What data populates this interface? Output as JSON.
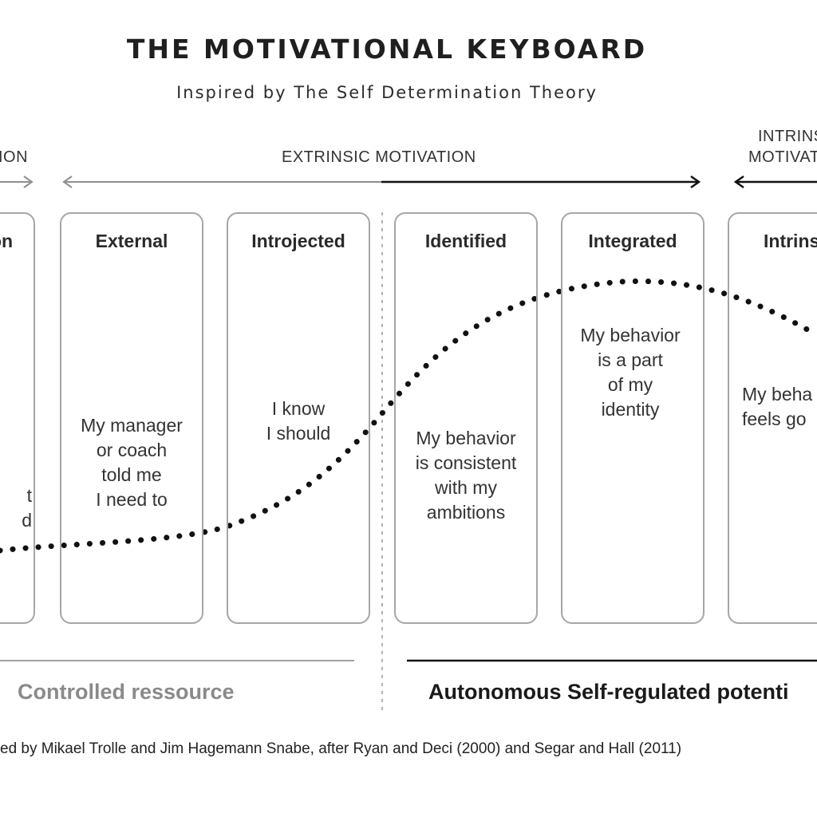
{
  "title": "THE MOTIVATIONAL KEYBOARD",
  "subtitle": "Inspired by The Self Determination Theory",
  "categories": {
    "left_partial": "ION",
    "extrinsic": "EXTRINSIC MOTIVATION",
    "intrinsic_line1": "INTRINS",
    "intrinsic_line2": "MOTIVAT"
  },
  "cards": [
    {
      "title": "on",
      "text": "t\nd"
    },
    {
      "title": "External",
      "text": "My manager\nor coach\ntold me\nI need to"
    },
    {
      "title": "Introjected",
      "text": "I know\nI should"
    },
    {
      "title": "Identified",
      "text": "My behavior\nis consistent\nwith my\nambitions"
    },
    {
      "title": "Integrated",
      "text": "My behavior\nis a part\nof my\nidentity"
    },
    {
      "title": "Intrins",
      "text": "My beha\nfeels go"
    }
  ],
  "footer": {
    "controlled": "Controlled ressource",
    "autonomous": "Autonomous Self-regulated potenti"
  },
  "credit": "ed by Mikael Trolle and Jim Hagemann Snabe, after Ryan and Deci (2000) and Segar and Hall (2011)",
  "colors": {
    "text_dark": "#222222",
    "text_muted": "#8a8a8a",
    "card_border": "#a6a6a6",
    "arrow_light": "#8f8f8f",
    "arrow_dark": "#111111"
  }
}
